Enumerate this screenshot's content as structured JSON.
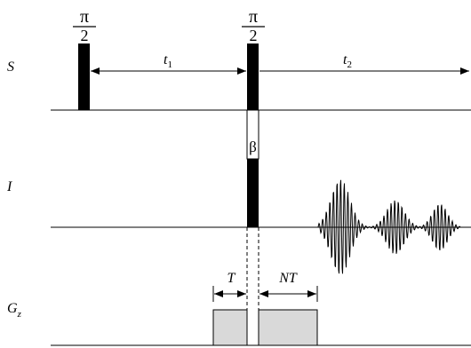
{
  "channels": {
    "s": "S",
    "i": "I",
    "gz_main": "G",
    "gz_sub": "z"
  },
  "pulses": {
    "p1_num": "π",
    "p1_den": "2",
    "p2_num": "π",
    "p2_den": "2",
    "beta": "β"
  },
  "intervals": {
    "t1_main": "t",
    "t1_sub": "1",
    "t2_main": "t",
    "t2_sub": "2",
    "T": "T",
    "NT": "NT"
  },
  "colors": {
    "ink": "#000000",
    "gradient_fill": "#d9d9d9"
  }
}
